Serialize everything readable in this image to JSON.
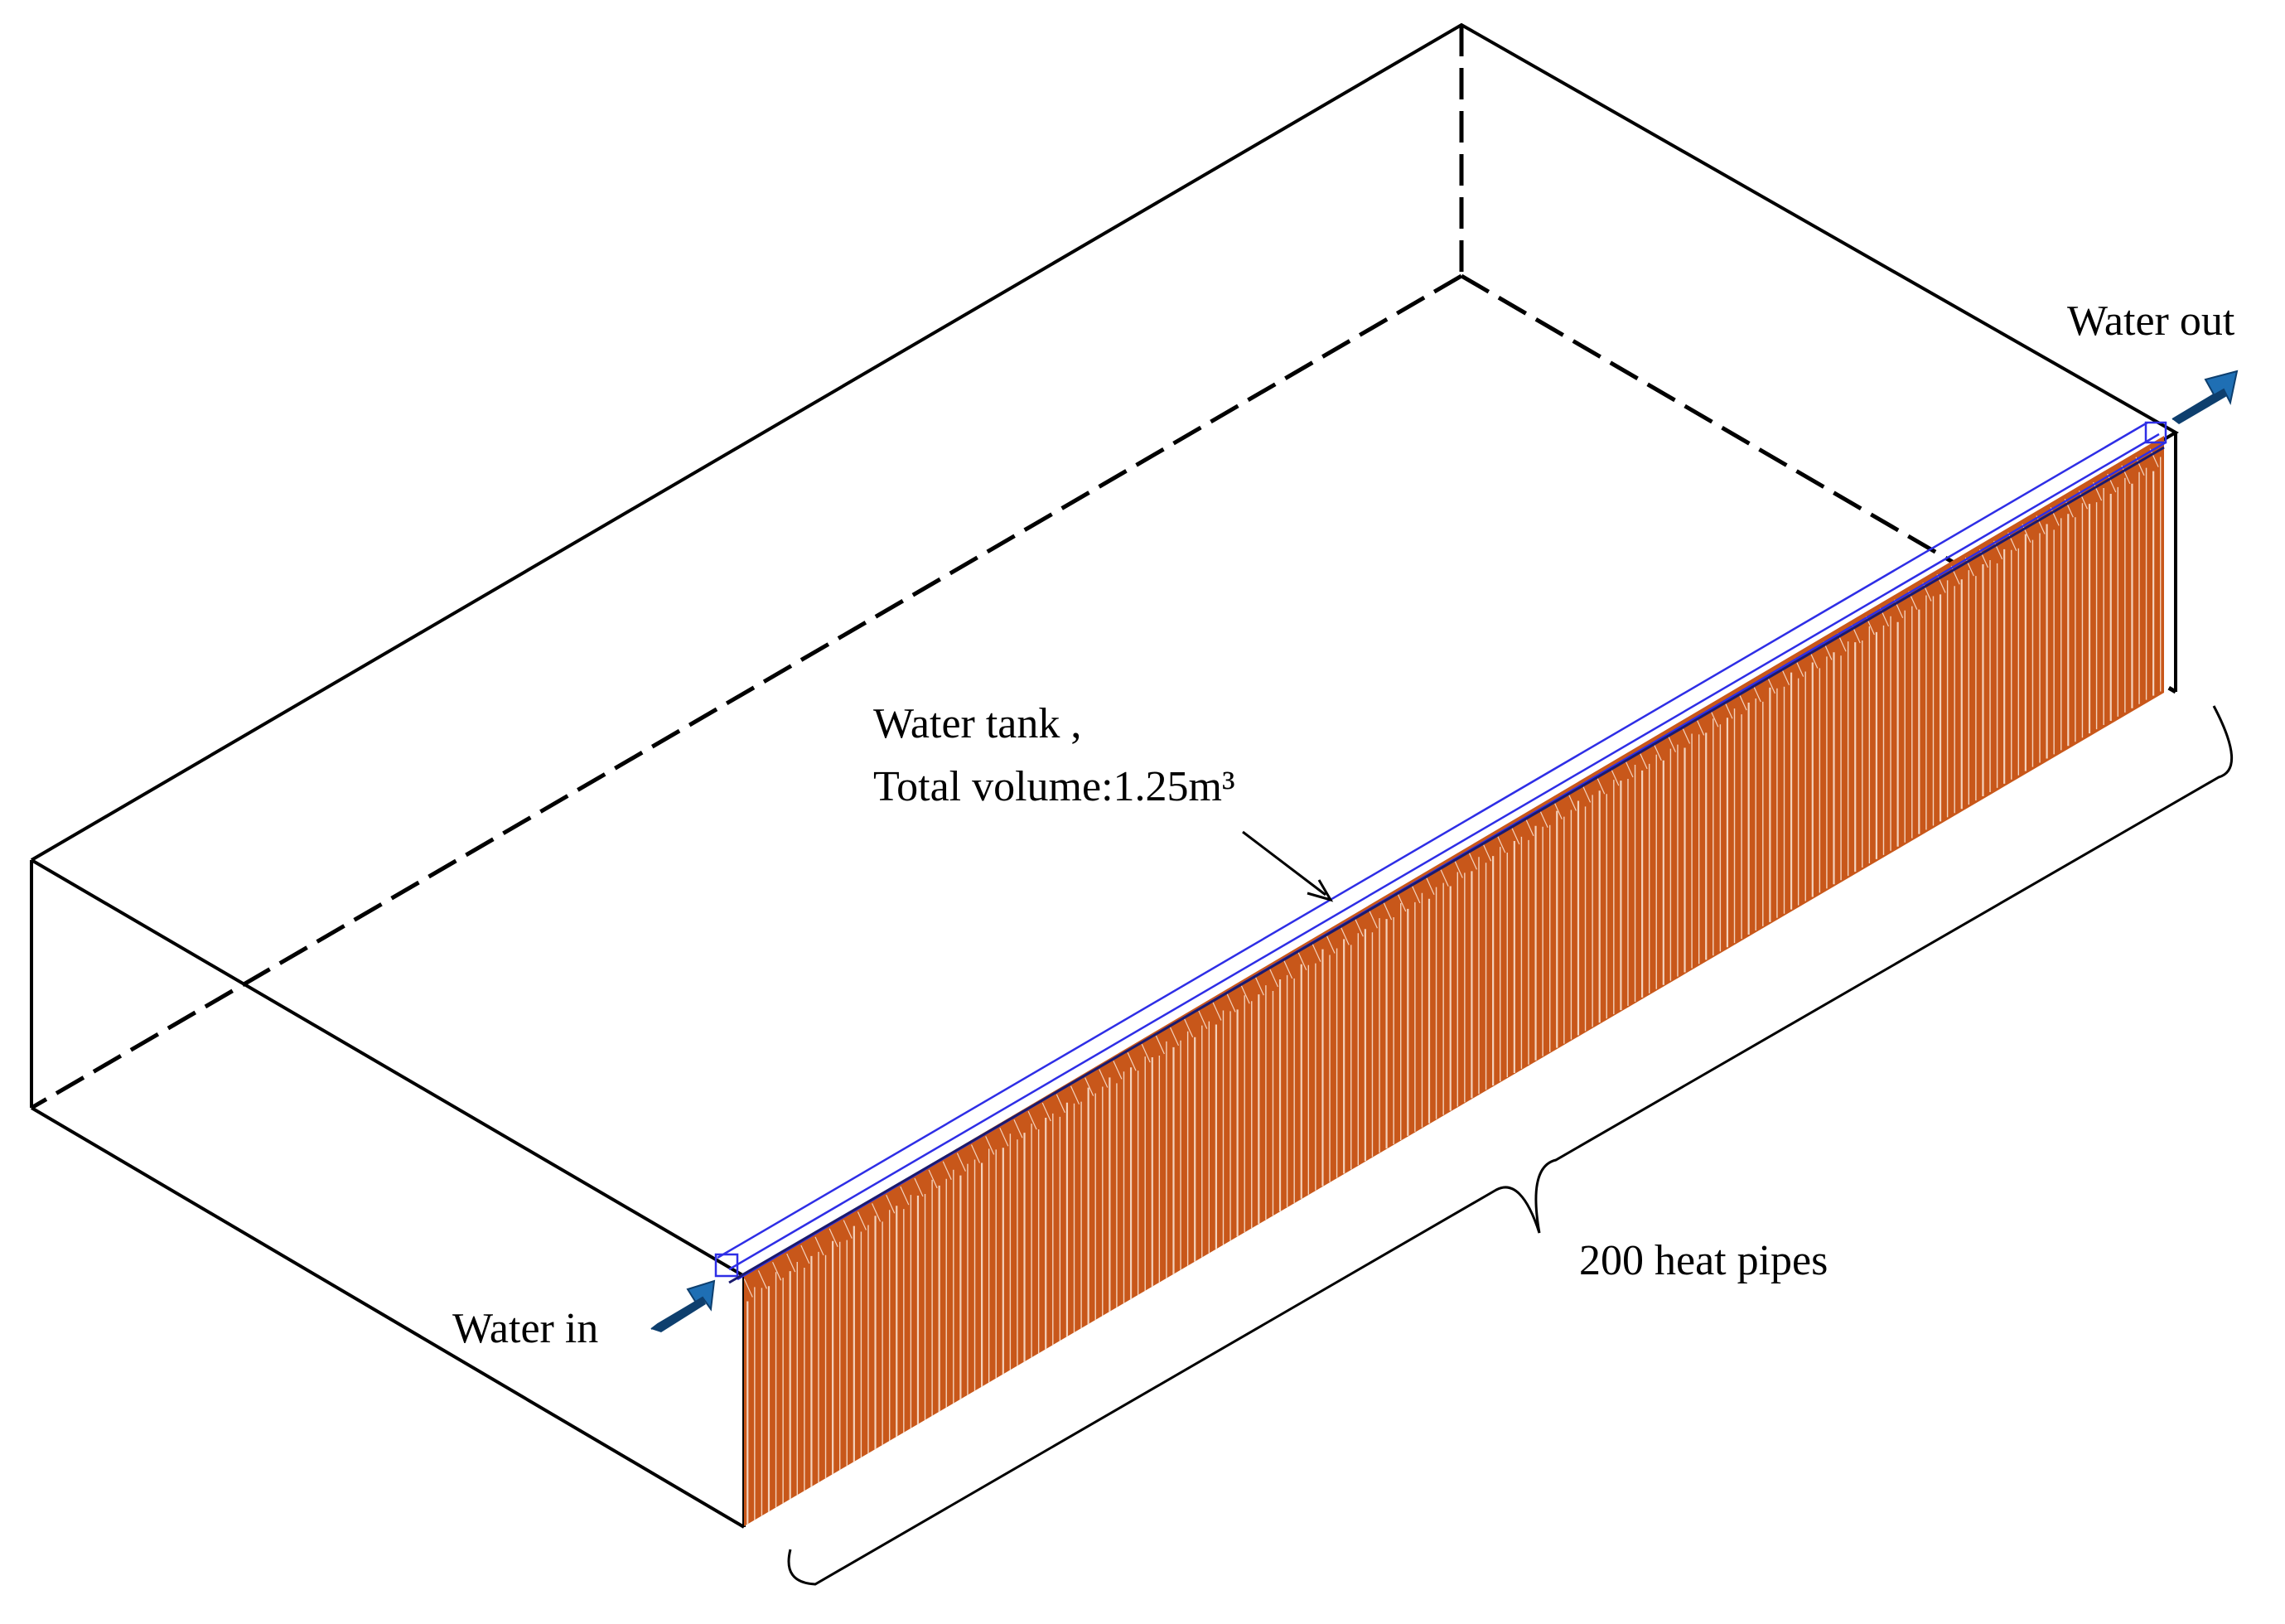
{
  "labels": {
    "water_out": "Water out",
    "water_in": "Water in",
    "tank_line1": "Water tank ,",
    "tank_line2": "Total volume:1.25m³",
    "pipes": "200 heat pipes"
  },
  "colors": {
    "outline": "#000000",
    "pipe_fill": "#C8571A",
    "pipe_highlight": "#F4D2BC",
    "tank_outline": "#2E2EE6",
    "arrow_fill": "#1F6FB4",
    "arrow_shade": "#0E3F6E"
  },
  "pipe_count": 200,
  "icons": {
    "inlet_arrow": "arrow-right-icon",
    "outlet_arrow": "arrow-right-icon"
  }
}
